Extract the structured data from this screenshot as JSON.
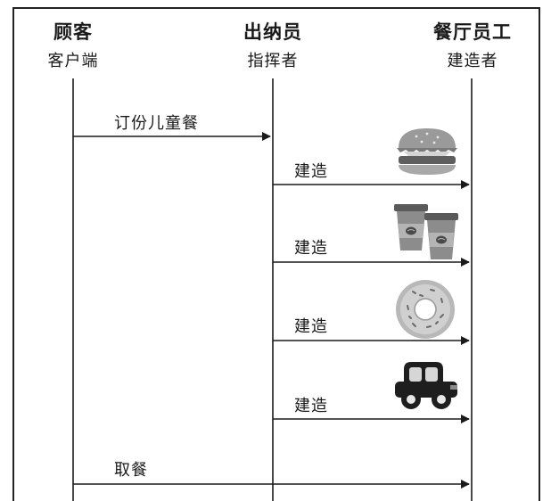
{
  "lanes": [
    {
      "title": "顾客",
      "role": "客户端"
    },
    {
      "title": "出纳员",
      "role": "指挥者"
    },
    {
      "title": "餐厅员工",
      "role": "建造者"
    }
  ],
  "messages": [
    {
      "label": "订份儿童餐"
    },
    {
      "label": "建造",
      "item_icon": "burger-icon"
    },
    {
      "label": "建造",
      "item_icon": "coffee-cups-icon"
    },
    {
      "label": "建造",
      "item_icon": "donut-icon"
    },
    {
      "label": "建造",
      "item_icon": "toy-car-icon"
    },
    {
      "label": "取餐"
    }
  ]
}
